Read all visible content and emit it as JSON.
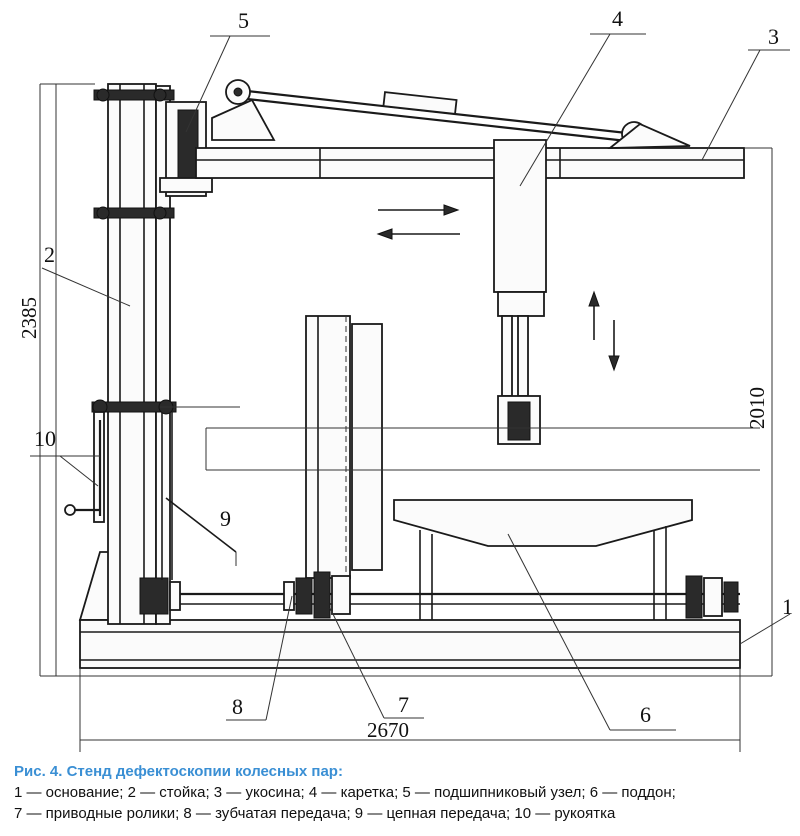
{
  "callouts": {
    "n1": "1",
    "n2": "2",
    "n3": "3",
    "n4": "4",
    "n5": "5",
    "n6": "6",
    "n7": "7",
    "n8": "8",
    "n9": "9",
    "n10": "10"
  },
  "dimensions": {
    "height_left": "2385",
    "height_right": "2010",
    "width_bottom": "2670"
  },
  "caption": {
    "title": "Рис. 4. Стенд дефектоскопии колесных пар:",
    "line1": "1 — основание; 2 — стойка; 3 — укосина; 4 — каретка; 5 — подшипниковый узел; 6 — поддон;",
    "line2": "7 — приводные ролики; 8 — зубчатая передача; 9 — цепная передача; 10 — рукоятка"
  },
  "colors": {
    "caption_title": "#3a8fd4",
    "ink": "#1a1a1a"
  }
}
